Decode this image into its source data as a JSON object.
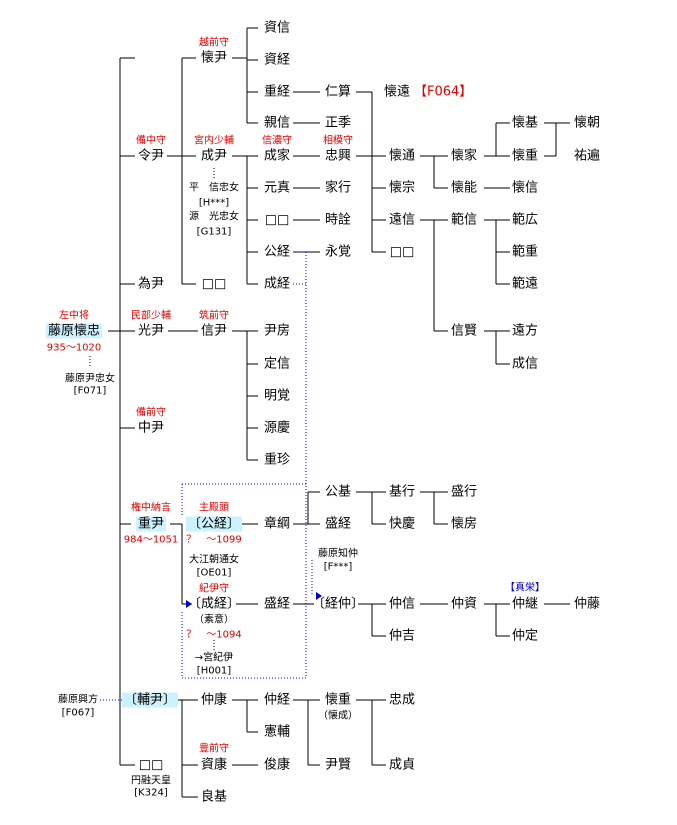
{
  "colors": {
    "title_red": "#e00000",
    "title_blue": "#0000cc",
    "highlight": "#ccf2ff",
    "adoption_link": "#0000cc"
  },
  "people": [
    {
      "id": "p1",
      "name": "資信"
    },
    {
      "id": "p2",
      "name": "資経"
    },
    {
      "id": "p3",
      "name": "懐尹"
    },
    {
      "id": "p4",
      "name": "重経"
    },
    {
      "id": "p5",
      "name": "仁算"
    },
    {
      "id": "p6",
      "name": "懐遠",
      "ref": "【F064】"
    },
    {
      "id": "p7",
      "name": "親信"
    },
    {
      "id": "p8",
      "name": "正季"
    },
    {
      "id": "p9",
      "name": "懐基"
    },
    {
      "id": "p10",
      "name": "懐朝"
    },
    {
      "id": "p11",
      "name": "令尹"
    },
    {
      "id": "p12",
      "name": "成尹"
    },
    {
      "id": "p13",
      "name": "成家"
    },
    {
      "id": "p14",
      "name": "忠興"
    },
    {
      "id": "p15",
      "name": "懐通"
    },
    {
      "id": "p16",
      "name": "懐家"
    },
    {
      "id": "p17",
      "name": "懐重"
    },
    {
      "id": "p18",
      "name": "祐遍"
    },
    {
      "id": "p19",
      "name": "元真"
    },
    {
      "id": "p20",
      "name": "家行"
    },
    {
      "id": "p21",
      "name": "懐宗"
    },
    {
      "id": "p22",
      "name": "懐能"
    },
    {
      "id": "p23",
      "name": "懐信"
    },
    {
      "id": "p24",
      "name": "□□"
    },
    {
      "id": "p25",
      "name": "時詮"
    },
    {
      "id": "p26",
      "name": "遠信"
    },
    {
      "id": "p27",
      "name": "範信"
    },
    {
      "id": "p28",
      "name": "範広"
    },
    {
      "id": "p29",
      "name": "公経"
    },
    {
      "id": "p30",
      "name": "永覚"
    },
    {
      "id": "p31",
      "name": "□□"
    },
    {
      "id": "p32",
      "name": "範重"
    },
    {
      "id": "p33",
      "name": "為尹"
    },
    {
      "id": "p34",
      "name": "□□"
    },
    {
      "id": "p35",
      "name": "成経"
    },
    {
      "id": "p36",
      "name": "範遠"
    },
    {
      "id": "p37",
      "name": "藤原懐忠",
      "highlight": true
    },
    {
      "id": "p38",
      "name": "光尹"
    },
    {
      "id": "p39",
      "name": "信尹"
    },
    {
      "id": "p40",
      "name": "尹房"
    },
    {
      "id": "p41",
      "name": "信賢"
    },
    {
      "id": "p42",
      "name": "遠方"
    },
    {
      "id": "p43",
      "name": "定信"
    },
    {
      "id": "p44",
      "name": "成信"
    },
    {
      "id": "p45",
      "name": "明覚"
    },
    {
      "id": "p46",
      "name": "中尹"
    },
    {
      "id": "p47",
      "name": "源慶"
    },
    {
      "id": "p48",
      "name": "重珍"
    },
    {
      "id": "p49",
      "name": "公基"
    },
    {
      "id": "p50",
      "name": "基行"
    },
    {
      "id": "p51",
      "name": "盛行"
    },
    {
      "id": "p52",
      "name": "重尹",
      "highlight": true
    },
    {
      "id": "p53",
      "name": "〔公経〕",
      "highlight": true
    },
    {
      "id": "p54",
      "name": "章綱"
    },
    {
      "id": "p55",
      "name": "盛経"
    },
    {
      "id": "p56",
      "name": "快慶"
    },
    {
      "id": "p57",
      "name": "懐房"
    },
    {
      "id": "p58",
      "name": "〔成経〕"
    },
    {
      "id": "p59",
      "name": "盛経"
    },
    {
      "id": "p60",
      "name": "〔経仲〕"
    },
    {
      "id": "p61",
      "name": "仲信"
    },
    {
      "id": "p62",
      "name": "仲資"
    },
    {
      "id": "p63",
      "name": "仲継"
    },
    {
      "id": "p64",
      "name": "仲藤"
    },
    {
      "id": "p65",
      "name": "仲吉"
    },
    {
      "id": "p66",
      "name": "仲定"
    },
    {
      "id": "p67",
      "name": "〔輔尹〕",
      "highlight": true
    },
    {
      "id": "p68",
      "name": "仲康"
    },
    {
      "id": "p69",
      "name": "仲経"
    },
    {
      "id": "p70",
      "name": "懐重"
    },
    {
      "id": "p71",
      "name": "忠成"
    },
    {
      "id": "p72",
      "name": "憲輔"
    },
    {
      "id": "p73",
      "name": "資康"
    },
    {
      "id": "p74",
      "name": "俊康"
    },
    {
      "id": "p75",
      "name": "尹賢"
    },
    {
      "id": "p76",
      "name": "成貞"
    },
    {
      "id": "p77",
      "name": "□□"
    },
    {
      "id": "p78",
      "name": "良基"
    }
  ],
  "titles": [
    {
      "id": "t1",
      "text": "越前守"
    },
    {
      "id": "t2",
      "text": "備中守"
    },
    {
      "id": "t3",
      "text": "宮内少輔"
    },
    {
      "id": "t4",
      "text": "信濃守"
    },
    {
      "id": "t5",
      "text": "相模守"
    },
    {
      "id": "t6",
      "text": "左中将"
    },
    {
      "id": "t7",
      "text": "民部少輔"
    },
    {
      "id": "t8",
      "text": "筑前守"
    },
    {
      "id": "t9",
      "text": "備前守"
    },
    {
      "id": "t10",
      "text": "権中納言"
    },
    {
      "id": "t11",
      "text": "主殿頭"
    },
    {
      "id": "t12",
      "text": "紀伊守"
    },
    {
      "id": "t13",
      "text": "【真栄】",
      "color": "blue"
    },
    {
      "id": "t14",
      "text": "豊前守"
    }
  ],
  "notes": [
    {
      "id": "n1",
      "text": "平　信忠女"
    },
    {
      "id": "n2",
      "text": "[H***]"
    },
    {
      "id": "n3",
      "text": "源　光忠女"
    },
    {
      "id": "n4",
      "text": "[G131]"
    },
    {
      "id": "n5",
      "text": "935〜1020",
      "color": "red"
    },
    {
      "id": "n6",
      "text": "藤原尹忠女"
    },
    {
      "id": "n7",
      "text": "[F071]"
    },
    {
      "id": "n8",
      "text": "984〜1051",
      "color": "red"
    },
    {
      "id": "n9",
      "text": "？　〜1099",
      "color": "red"
    },
    {
      "id": "n10",
      "text": "大江朝通女"
    },
    {
      "id": "n11",
      "text": "[OE01]"
    },
    {
      "id": "n12",
      "text": "（素意）"
    },
    {
      "id": "n13",
      "text": "？　〜1094",
      "color": "red"
    },
    {
      "id": "n14",
      "text": "→宮紀伊"
    },
    {
      "id": "n15",
      "text": "[H001]"
    },
    {
      "id": "n16",
      "text": "藤原知仲"
    },
    {
      "id": "n17",
      "text": "[F***]"
    },
    {
      "id": "n18",
      "text": "藤原興方"
    },
    {
      "id": "n19",
      "text": "[F067]"
    },
    {
      "id": "n20",
      "text": "（懐成）"
    },
    {
      "id": "n21",
      "text": "円融天皇"
    },
    {
      "id": "n22",
      "text": "[K324]"
    }
  ]
}
